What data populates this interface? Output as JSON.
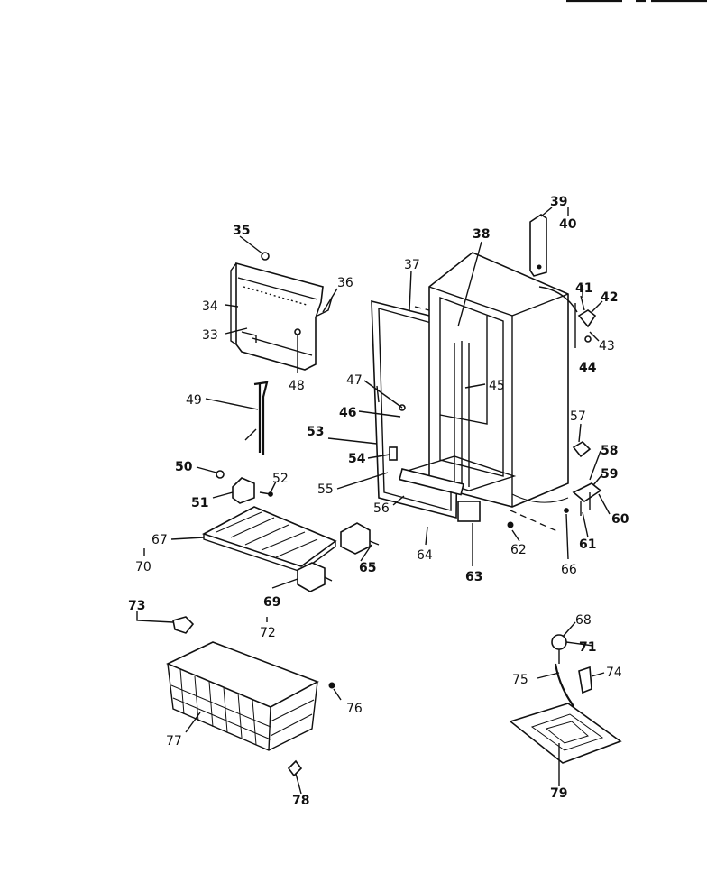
{
  "diagram": {
    "callouts": [
      {
        "id": "33",
        "label": "33",
        "bold": false
      },
      {
        "id": "34",
        "label": "34",
        "bold": false
      },
      {
        "id": "35",
        "label": "35",
        "bold": true
      },
      {
        "id": "36",
        "label": "36",
        "bold": false
      },
      {
        "id": "37",
        "label": "37",
        "bold": false
      },
      {
        "id": "38",
        "label": "38",
        "bold": true
      },
      {
        "id": "39",
        "label": "39",
        "bold": true
      },
      {
        "id": "40",
        "label": "40",
        "bold": true
      },
      {
        "id": "41",
        "label": "41",
        "bold": true
      },
      {
        "id": "42",
        "label": "42",
        "bold": true
      },
      {
        "id": "43",
        "label": "43",
        "bold": false
      },
      {
        "id": "44",
        "label": "44",
        "bold": true
      },
      {
        "id": "45",
        "label": "45",
        "bold": false
      },
      {
        "id": "46",
        "label": "46",
        "bold": true
      },
      {
        "id": "47",
        "label": "47",
        "bold": false
      },
      {
        "id": "48",
        "label": "48",
        "bold": false
      },
      {
        "id": "49",
        "label": "49",
        "bold": false
      },
      {
        "id": "50",
        "label": "50",
        "bold": true
      },
      {
        "id": "51",
        "label": "51",
        "bold": true
      },
      {
        "id": "52",
        "label": "52",
        "bold": false
      },
      {
        "id": "53",
        "label": "53",
        "bold": true
      },
      {
        "id": "54",
        "label": "54",
        "bold": true
      },
      {
        "id": "55",
        "label": "55",
        "bold": false
      },
      {
        "id": "56",
        "label": "56",
        "bold": false
      },
      {
        "id": "57",
        "label": "57",
        "bold": false
      },
      {
        "id": "58",
        "label": "58",
        "bold": true
      },
      {
        "id": "59",
        "label": "59",
        "bold": true
      },
      {
        "id": "60",
        "label": "60",
        "bold": true
      },
      {
        "id": "61",
        "label": "61",
        "bold": true
      },
      {
        "id": "62",
        "label": "62",
        "bold": false
      },
      {
        "id": "63",
        "label": "63",
        "bold": true
      },
      {
        "id": "64",
        "label": "64",
        "bold": false
      },
      {
        "id": "65",
        "label": "65",
        "bold": true
      },
      {
        "id": "66",
        "label": "66",
        "bold": false
      },
      {
        "id": "67",
        "label": "67",
        "bold": false
      },
      {
        "id": "68",
        "label": "68",
        "bold": false
      },
      {
        "id": "69",
        "label": "69",
        "bold": true
      },
      {
        "id": "70",
        "label": "70",
        "bold": false
      },
      {
        "id": "71",
        "label": "71",
        "bold": true
      },
      {
        "id": "72",
        "label": "72",
        "bold": false
      },
      {
        "id": "73",
        "label": "73",
        "bold": true
      },
      {
        "id": "74",
        "label": "74",
        "bold": false
      },
      {
        "id": "75",
        "label": "75",
        "bold": false
      },
      {
        "id": "76",
        "label": "76",
        "bold": false
      },
      {
        "id": "77",
        "label": "77",
        "bold": false
      },
      {
        "id": "78",
        "label": "78",
        "bold": true
      },
      {
        "id": "79",
        "label": "79",
        "bold": true
      }
    ]
  }
}
